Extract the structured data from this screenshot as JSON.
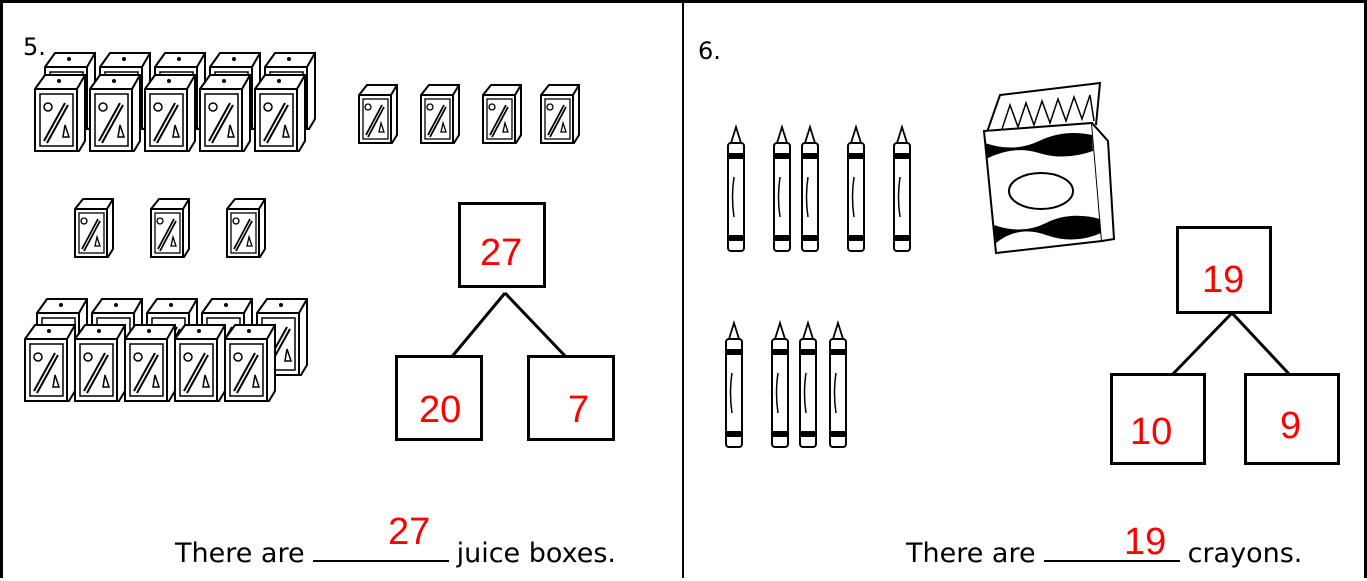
{
  "problem5": {
    "number": "5.",
    "bond": {
      "whole": "27",
      "part1": "20",
      "part2": "7"
    },
    "sentence": {
      "before": "There are",
      "after": "juice boxes.",
      "answer": "27"
    }
  },
  "problem6": {
    "number": "6.",
    "bond": {
      "whole": "19",
      "part1": "10",
      "part2": "9"
    },
    "sentence": {
      "before": "There are",
      "after": "crayons.",
      "answer": "19"
    }
  }
}
